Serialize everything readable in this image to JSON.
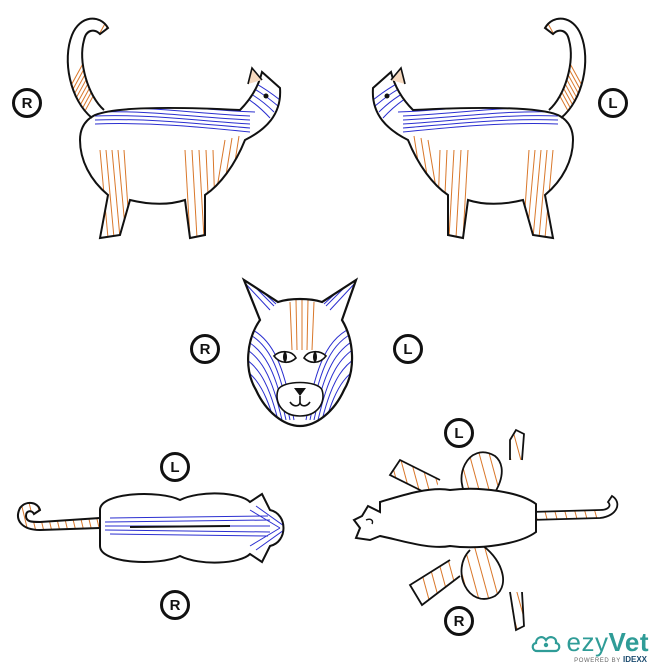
{
  "views": {
    "side_right": {
      "label": "R"
    },
    "side_left": {
      "label": "L"
    },
    "face": {
      "left_label": "R",
      "right_label": "L"
    },
    "dorsal": {
      "top_label": "L",
      "bottom_label": "R"
    },
    "ventral": {
      "top_label": "L",
      "bottom_label": "R"
    }
  },
  "brand": {
    "name_prefix": "ezy",
    "name_suffix": "Vet",
    "powered_by": "POWERED BY",
    "company": "IDEXX"
  },
  "colors": {
    "outline": "#111111",
    "orange_fur": "#d9772a",
    "blue_fur": "#2b2fd0",
    "brand": "#2f9c97"
  }
}
